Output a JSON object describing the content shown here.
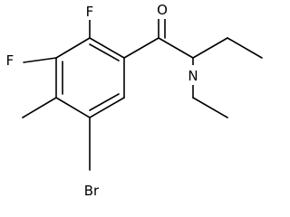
{
  "molecule": {
    "atoms": {
      "oxygen": "O",
      "nitrogen": "N",
      "fluorine_top": "F",
      "fluorine_left": "F",
      "bromine": "Br"
    }
  }
}
